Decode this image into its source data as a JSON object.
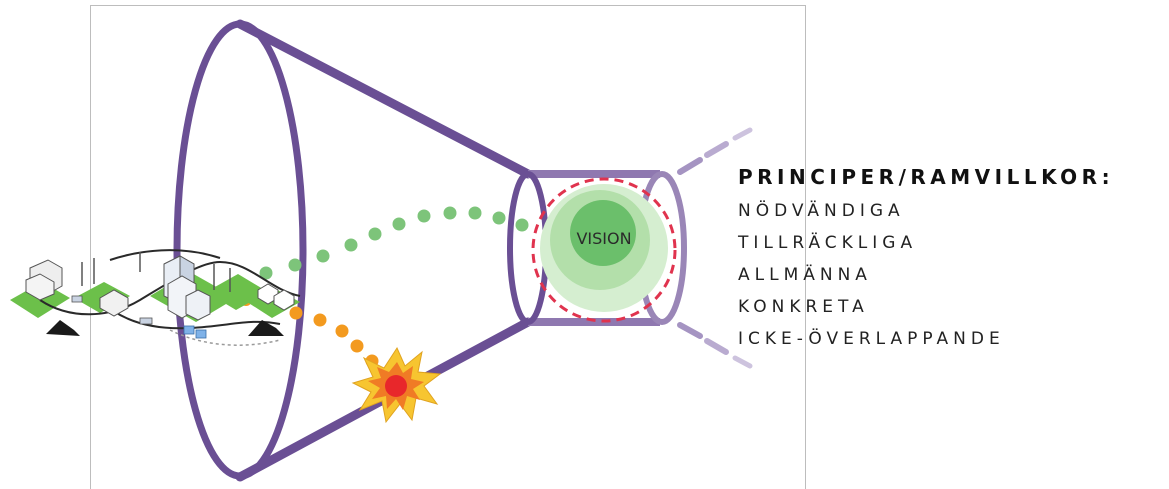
{
  "vision_label": "VISION",
  "principles": {
    "heading": "PRINCIPER/RAMVILLKOR:",
    "items": [
      "NÖDVÄNDIGA",
      "TILLRÄCKLIGA",
      "ALLMÄNNA",
      "KONKRETA",
      "ICKE-ÖVERLAPPANDE"
    ]
  },
  "colors": {
    "funnel": "#6a4f94",
    "funnel_light": "#9a86b7",
    "vision_core": "#6bbf6b",
    "vision_halo": "#c4e7bf",
    "vision_ring": "#e0334e",
    "green_dots": "#7dc47a",
    "orange_dots": "#f39a1f",
    "explosion": [
      "#e8272b",
      "#f7c530"
    ]
  },
  "icons": [
    "city-illustration-icon",
    "explosion-icon"
  ]
}
